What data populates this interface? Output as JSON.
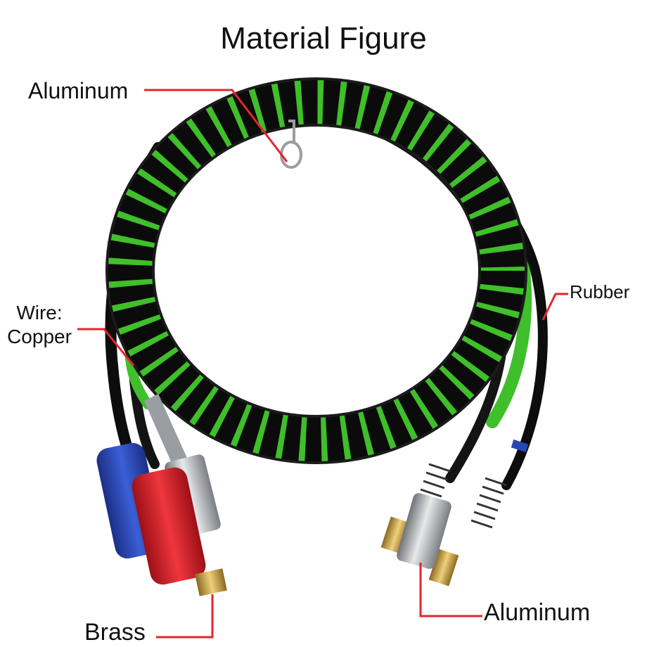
{
  "title": "Material Figure",
  "labels": {
    "aluminum_top": "Aluminum",
    "rubber": "Rubber",
    "wire_line1": "Wire:",
    "wire_line2": "Copper",
    "brass": "Brass",
    "aluminum_bottom": "Aluminum"
  },
  "colors": {
    "leader_line": "#e3262b",
    "hose_black": "#0d0d0d",
    "hose_green": "#3fbf2a",
    "glad_hand_blue": "#2747b8",
    "glad_hand_red": "#d8202b",
    "brass": "#c9a24a",
    "aluminum": "#b9bcc0"
  }
}
